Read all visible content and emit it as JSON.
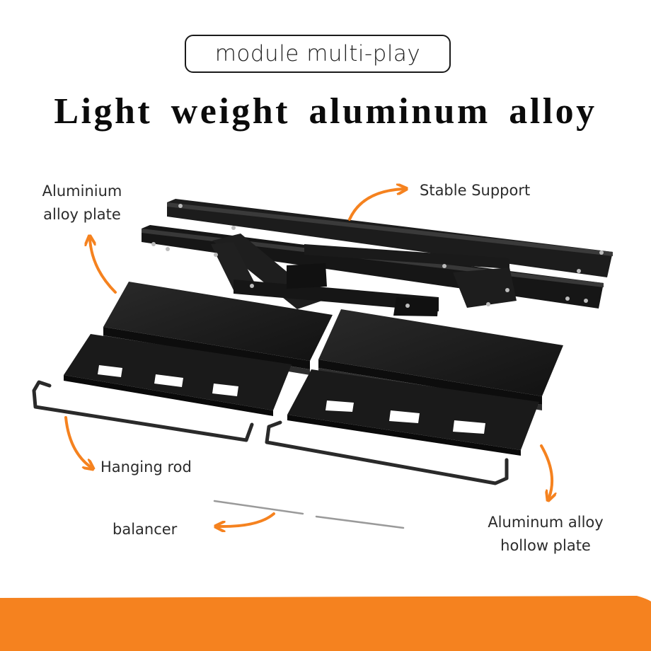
{
  "badge": {
    "text": "module multi-play"
  },
  "headline": {
    "text": "Light weight aluminum alloy"
  },
  "callouts": {
    "plate": {
      "line1": "Aluminium",
      "line2": "alloy plate"
    },
    "support": {
      "text": "Stable Support"
    },
    "rod": {
      "text": "Hanging rod"
    },
    "balancer": {
      "text": "balancer"
    },
    "hollow": {
      "line1": "Aluminum alloy",
      "line2": "hollow plate"
    }
  },
  "colors": {
    "accent": "#F5821F",
    "product": "#1b1b1b",
    "text": "#2b2b2b"
  },
  "icons": [
    "curved-arrow-icon"
  ]
}
